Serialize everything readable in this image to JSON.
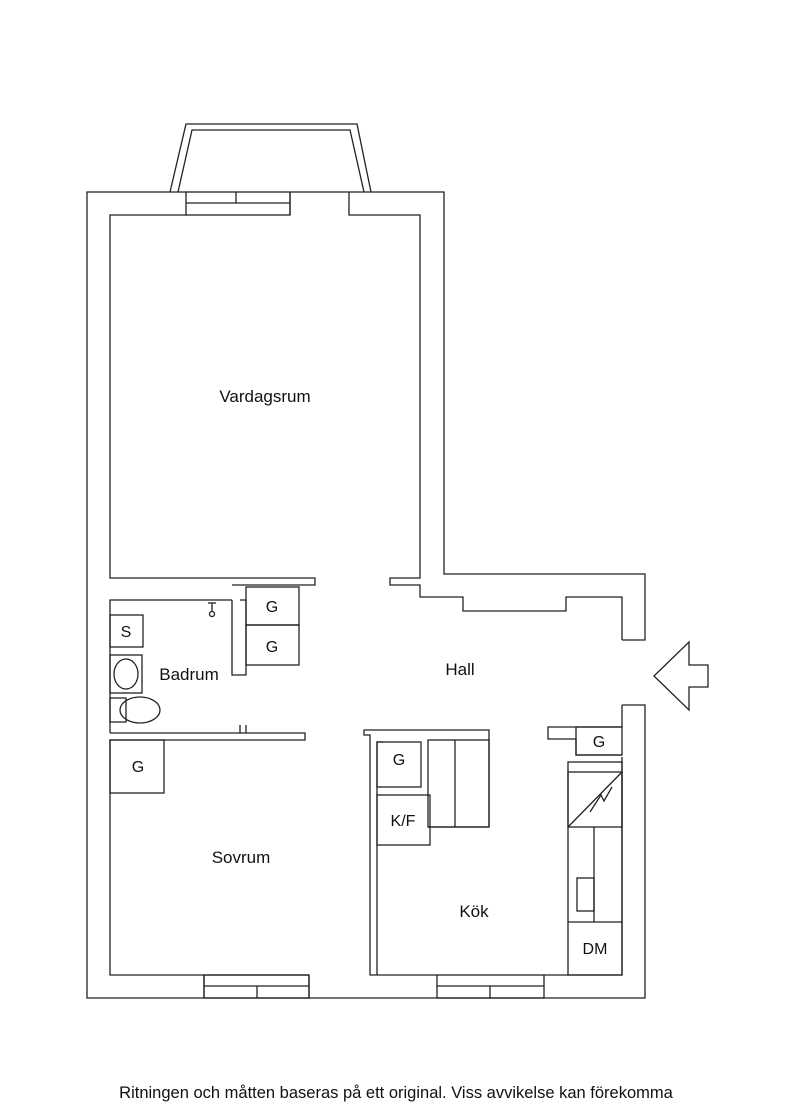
{
  "rooms": {
    "living": "Vardagsrum",
    "hall": "Hall",
    "bath": "Badrum",
    "bedroom": "Sovrum",
    "kitchen": "Kök"
  },
  "fixtures": {
    "wardrobe": "G",
    "shower": "S",
    "fridge_freezer": "K/F",
    "dishwasher": "DM"
  },
  "disclaimer": "Ritningen och måtten baseras på ett original. Viss avvikelse kan förekomma"
}
